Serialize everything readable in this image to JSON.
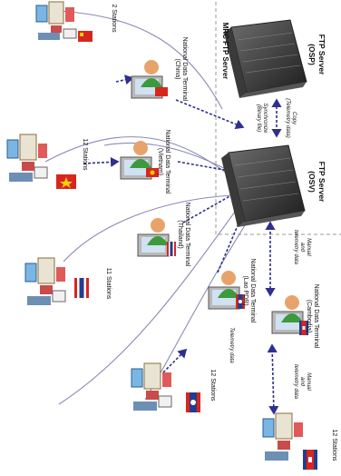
{
  "server_area": {
    "title": "MRC FTP Server",
    "osp_title": "FTP Server",
    "osp_sub": "(OSP)",
    "osv_title": "FTP Server",
    "osv_sub": "(OSV)",
    "sync_line1": "Synchronize",
    "sync_line2": "(Binary file)",
    "copy_line1": "Copy",
    "copy_line2": "(Telemetry data)"
  },
  "station_groups": [
    {
      "id": "china",
      "count_label": "2 Stations"
    },
    {
      "id": "vietnam",
      "count_label": "12 Stations"
    },
    {
      "id": "thailand",
      "count_label": "11 Stations"
    },
    {
      "id": "laos",
      "count_label": "12 Stations"
    },
    {
      "id": "cambodia",
      "count_label": "12 Stations"
    }
  ],
  "terminals": [
    {
      "id": "china",
      "line1": "National Data Terminal",
      "line2": "(China)"
    },
    {
      "id": "vietnam",
      "line1": "National Data Terminal",
      "line2": "(Vietnam)"
    },
    {
      "id": "thailand",
      "line1": "National Data Terminal",
      "line2": "(Thailand)"
    },
    {
      "id": "laos",
      "line1": "National Data Terminal",
      "line2": "(Lao PDR)"
    },
    {
      "id": "cambodia",
      "line1": "National Data Terminal",
      "line2": "(Cambodia)"
    }
  ],
  "link_labels": {
    "manual_top": {
      "line1": "Manual",
      "line2": "and",
      "line3": "telemetry data"
    },
    "manual_bottom": {
      "line1": "Manual",
      "line2": "and",
      "line3": "telemetry data"
    },
    "telemetry": "Telemetry data"
  },
  "colors": {
    "arrow": "#2f2f8f",
    "line": "#8a8ab8",
    "server_box": "#9a9a9a",
    "flag_red": "#d7261e",
    "flag_yellow": "#f5d000",
    "flag_blue": "#233c8f"
  }
}
